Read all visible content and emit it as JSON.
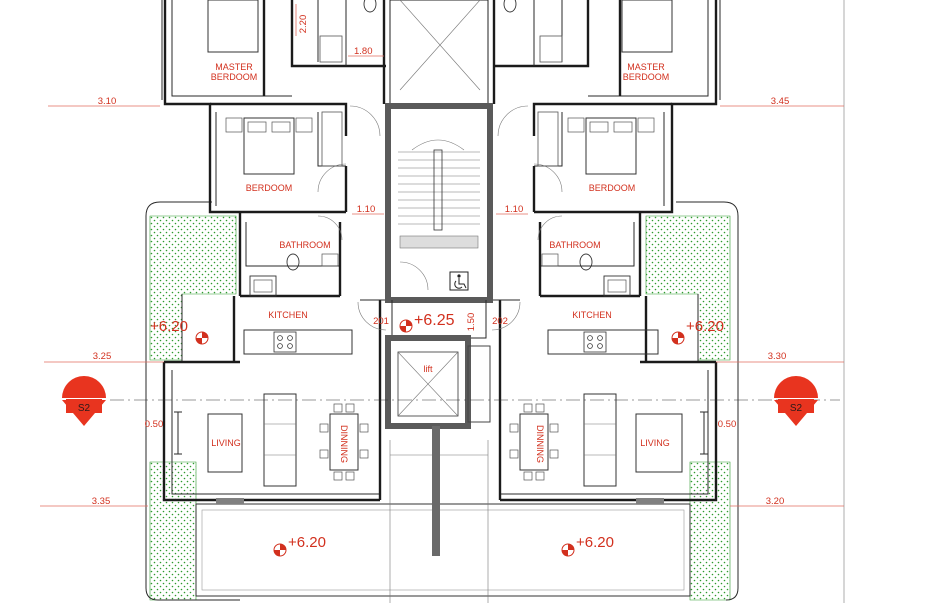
{
  "rooms": {
    "master_left": [
      "MASTER",
      "BERDOOM"
    ],
    "master_right": [
      "MASTER",
      "BERDOOM"
    ],
    "bed_left": "BERDOOM",
    "bed_right": "BERDOOM",
    "bath_left": "BATHROOM",
    "bath_right": "BATHROOM",
    "kitchen_left": "KITCHEN",
    "kitchen_right": "KITCHEN",
    "living_left": "LIVING",
    "living_right": "LIVING",
    "dining_left": "DINNING",
    "dining_right": "DINNING",
    "lift": "lift"
  },
  "apartments": {
    "left": "201",
    "right": "202"
  },
  "levels": {
    "landing": "+6.25",
    "balcony_left": "+6.20",
    "balcony_right": "+6.20",
    "terrace_left": "+6.20",
    "terrace_right": "+6.20"
  },
  "dimensions": {
    "d_220": "2.20",
    "d_180": "1.80",
    "top_left": "3.10",
    "top_right": "3.45",
    "corr_left": "1.10",
    "corr_right": "1.10",
    "mid_left": "3.25",
    "mid_right": "3.30",
    "lift_gap": "1.50",
    "win_left": "0.50",
    "win_right": "0.50",
    "bot_left": "3.35",
    "bot_right": "3.20"
  },
  "sections": {
    "left": "S2",
    "right": "S2"
  },
  "colors": {
    "annotation": "#d2301e",
    "wall": "#1b1b1b",
    "garden": "#2e9a2e",
    "section_marker": "#e8341f"
  },
  "icons": [
    "accessibility-icon",
    "level-marker-icon",
    "section-marker-icon"
  ]
}
